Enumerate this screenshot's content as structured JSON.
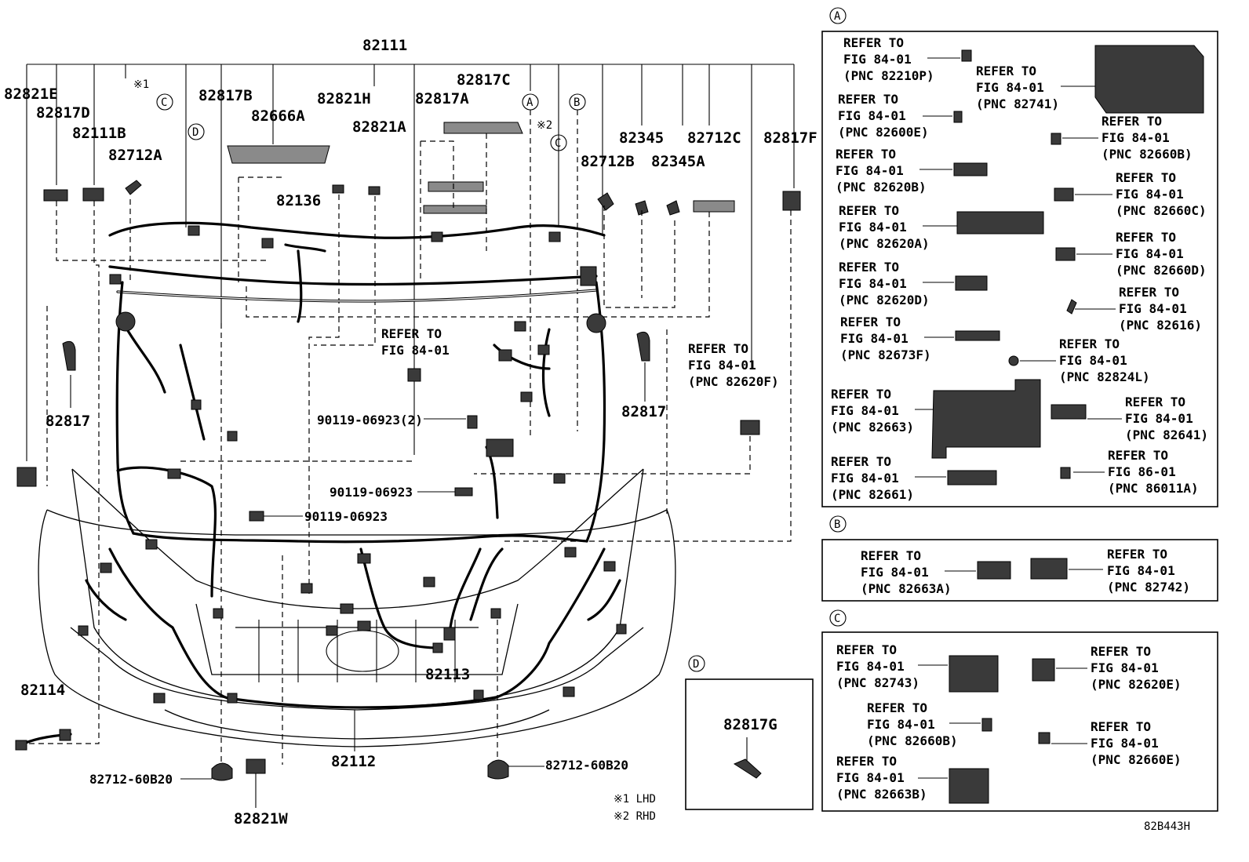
{
  "diagram_id": "82B443H",
  "top_label": "82111",
  "notes": {
    "lhd": "※1 LHD",
    "rhd": "※2 RHD",
    "mark1": "※1",
    "mark2": "※2"
  },
  "circles": {
    "a": "A",
    "b": "B",
    "c": "C",
    "d": "D"
  },
  "main_labels": {
    "p82821E": "82821E",
    "p82817D": "82817D",
    "p82111B": "82111B",
    "p82712A": "82712A",
    "p82817B": "82817B",
    "p82666A": "82666A",
    "p82821H": "82821H",
    "p82821A": "82821A",
    "p82817A": "82817A",
    "p82817C": "82817C",
    "p82136": "82136",
    "p82345": "82345",
    "p82712C": "82712C",
    "p82817F": "82817F",
    "p82712B": "82712B",
    "p82345A": "82345A",
    "p82817L": "82817",
    "p82817R": "82817",
    "p82114": "82114",
    "p82112": "82112",
    "p82113": "82113",
    "p82821W": "82821W",
    "p82817G": "82817G",
    "bolt1": "90119-06923(2)",
    "bolt2": "90119-06923",
    "bolt3": "90119-06923",
    "clip1": "82712-60B20",
    "clip2": "82712-60B20"
  },
  "refer": {
    "line1": "REFER TO",
    "fig8401": "FIG 84-01",
    "fig8601": "FIG 86-01"
  },
  "pnc": {
    "p82210P": "(PNC 82210P)",
    "p82741": "(PNC 82741)",
    "p82600E": "(PNC 82600E)",
    "p82660B": "(PNC 82660B)",
    "p82620B": "(PNC 82620B)",
    "p82660C": "(PNC 82660C)",
    "p82620A": "(PNC 82620A)",
    "p82660D": "(PNC 82660D)",
    "p82620D": "(PNC 82620D)",
    "p82616": "(PNC 82616)",
    "p82673F": "(PNC 82673F)",
    "p82824L": "(PNC 82824L)",
    "p82663": "(PNC 82663)",
    "p82641": "(PNC 82641)",
    "p82661": "(PNC 82661)",
    "p86011A": "(PNC 86011A)",
    "p82663A": "(PNC 82663A)",
    "p82742": "(PNC 82742)",
    "p82743": "(PNC 82743)",
    "p82620E": "(PNC 82620E)",
    "p82660B2": "(PNC 82660B)",
    "p82660E": "(PNC 82660E)",
    "p82663B": "(PNC 82663B)",
    "p82620F": "(PNC 82620F)"
  }
}
